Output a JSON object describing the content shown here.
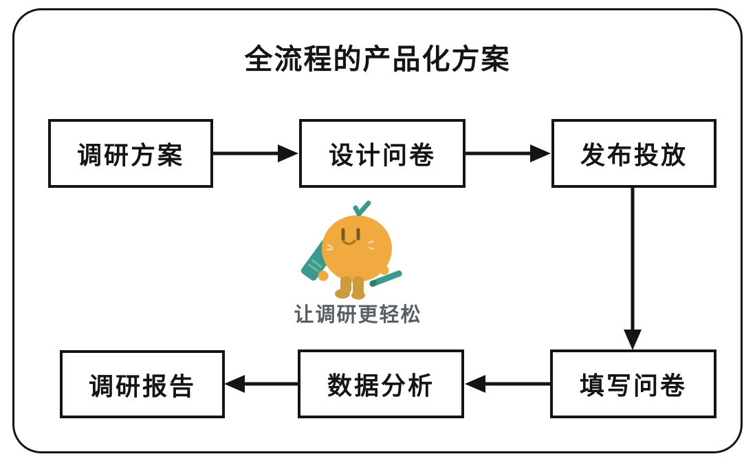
{
  "title": "全流程的产品化方案",
  "nodes": [
    {
      "id": "research-plan",
      "label": "调研方案"
    },
    {
      "id": "design-questionnaire",
      "label": "设计问卷"
    },
    {
      "id": "publish-distribute",
      "label": "发布投放"
    },
    {
      "id": "fill-questionnaire",
      "label": "填写问卷"
    },
    {
      "id": "data-analysis",
      "label": "数据分析"
    },
    {
      "id": "research-report",
      "label": "调研报告"
    }
  ],
  "connections": [
    {
      "from": "research-plan",
      "to": "design-questionnaire",
      "direction": "right"
    },
    {
      "from": "design-questionnaire",
      "to": "publish-distribute",
      "direction": "right"
    },
    {
      "from": "publish-distribute",
      "to": "fill-questionnaire",
      "direction": "down"
    },
    {
      "from": "fill-questionnaire",
      "to": "data-analysis",
      "direction": "left"
    },
    {
      "from": "data-analysis",
      "to": "research-report",
      "direction": "left"
    }
  ],
  "mascot": {
    "icon": "orange-mascot-with-clipboard-and-pencil",
    "tagline": "让调研更轻松"
  },
  "colors": {
    "line": "#141414",
    "background": "#FFFFFF",
    "mascot_body": "#F1AA40",
    "mascot_teal": "#3D998C",
    "mascot_teal_dark": "#2C8074",
    "mascot_boots": "#CE9A3E",
    "tagline_text": "#585D66"
  }
}
